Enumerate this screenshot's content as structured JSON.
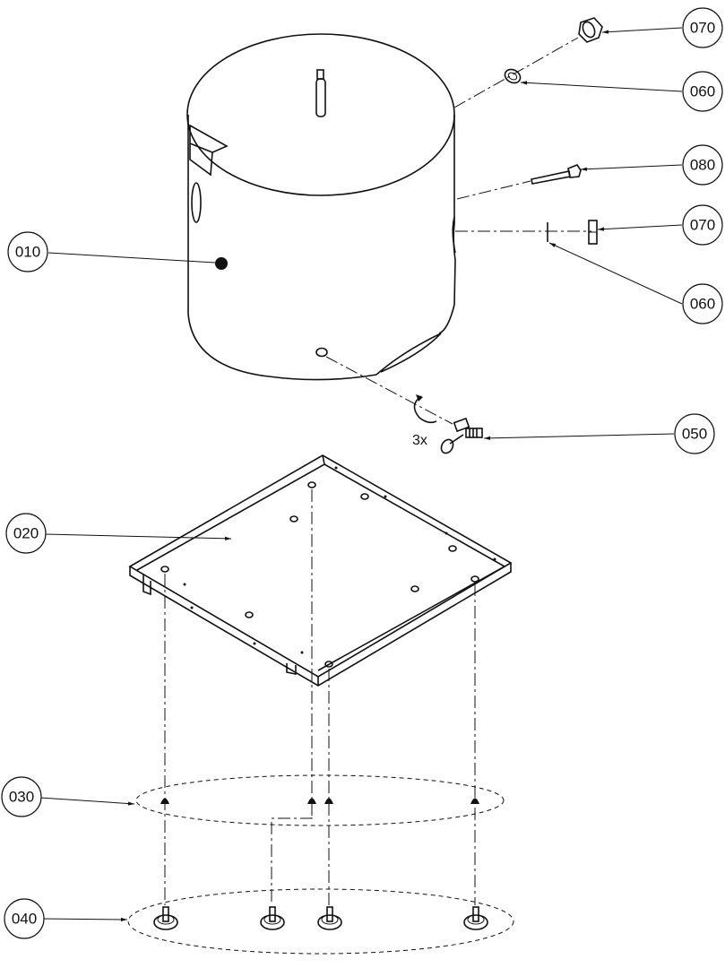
{
  "diagram": {
    "type": "exploded-parts-view",
    "callouts": [
      {
        "id": "c070a",
        "label": "070",
        "part": "hex nut"
      },
      {
        "id": "c060a",
        "label": "060",
        "part": "sealing ring"
      },
      {
        "id": "c080",
        "label": "080",
        "part": "sensor / anode rod"
      },
      {
        "id": "c070b",
        "label": "070",
        "part": "nut"
      },
      {
        "id": "c060b",
        "label": "060",
        "part": "gasket"
      },
      {
        "id": "c010",
        "label": "010",
        "part": "tank"
      },
      {
        "id": "c050",
        "label": "050",
        "part": "drain valve"
      },
      {
        "id": "c020",
        "label": "020",
        "part": "base frame"
      },
      {
        "id": "c030",
        "label": "030",
        "part": "feet caps"
      },
      {
        "id": "c040",
        "label": "040",
        "part": "adjustable feet"
      }
    ],
    "annotations": {
      "quantity_note": "3x"
    }
  }
}
